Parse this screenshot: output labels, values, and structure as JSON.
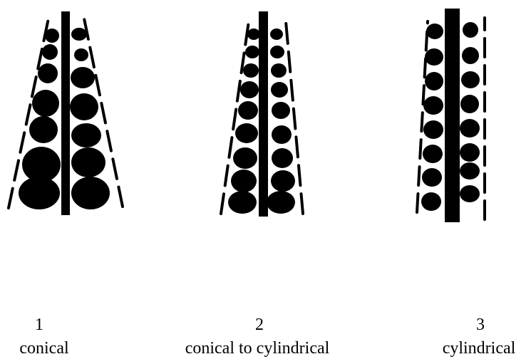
{
  "diagram": {
    "shapes": [
      {
        "number": "1",
        "label": "conical"
      },
      {
        "number": "2",
        "label": "conical to cylindrical"
      },
      {
        "number": "3",
        "label": "cylindrical"
      }
    ]
  }
}
